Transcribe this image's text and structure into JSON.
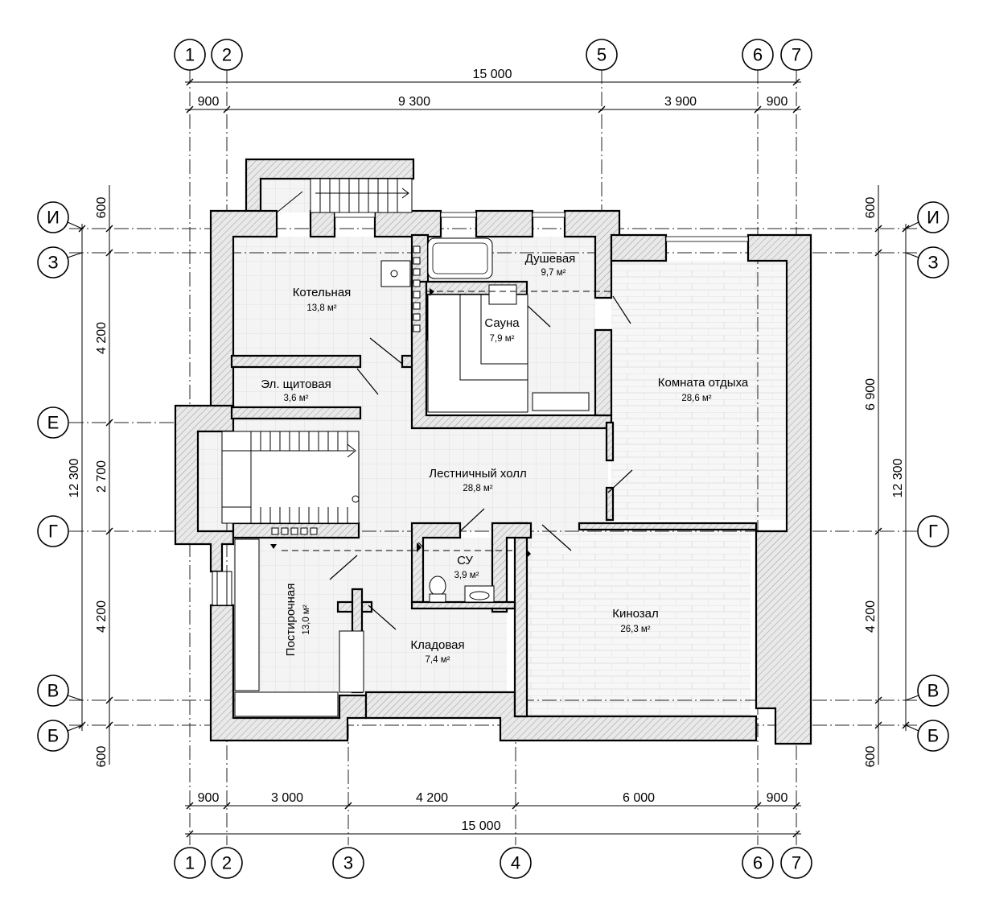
{
  "axes_top": [
    "1",
    "2",
    "5",
    "6",
    "7"
  ],
  "axes_bottom": [
    "1",
    "2",
    "3",
    "4",
    "6",
    "7"
  ],
  "axes_left": [
    "И",
    "З",
    "Е",
    "Г",
    "В",
    "Б"
  ],
  "axes_right": [
    "И",
    "З",
    "Г",
    "В",
    "Б"
  ],
  "dims_top": {
    "overall": "15 000",
    "segments": [
      "900",
      "9 300",
      "3 900",
      "900"
    ]
  },
  "dims_bottom": {
    "overall": "15 000",
    "segments": [
      "900",
      "3 000",
      "4 200",
      "6 000",
      "900"
    ]
  },
  "dims_left": {
    "overall": "12 300",
    "segments": [
      "600",
      "4 200",
      "2 700",
      "4 200",
      "600"
    ]
  },
  "dims_right": {
    "overall": "12 300",
    "segments": [
      "600",
      "6 900",
      "4 200",
      "600"
    ]
  },
  "rooms": {
    "boiler": {
      "name": "Котельная",
      "area": "13,8 м²"
    },
    "shower": {
      "name": "Душевая",
      "area": "9,7 м²"
    },
    "sauna": {
      "name": "Сауна",
      "area": "7,9 м²"
    },
    "electrical": {
      "name": "Эл. щитовая",
      "area": "3,6 м²"
    },
    "lounge": {
      "name": "Комната отдыха",
      "area": "28,6 м²"
    },
    "hall": {
      "name": "Лестничный холл",
      "area": "28,8 м²"
    },
    "wc": {
      "name": "СУ",
      "area": "3,9 м²"
    },
    "laundry": {
      "name": "Постирочная",
      "area": "13,0 м²"
    },
    "storage": {
      "name": "Кладовая",
      "area": "7,4 м²"
    },
    "cinema": {
      "name": "Кинозал",
      "area": "26,3 м²"
    }
  }
}
